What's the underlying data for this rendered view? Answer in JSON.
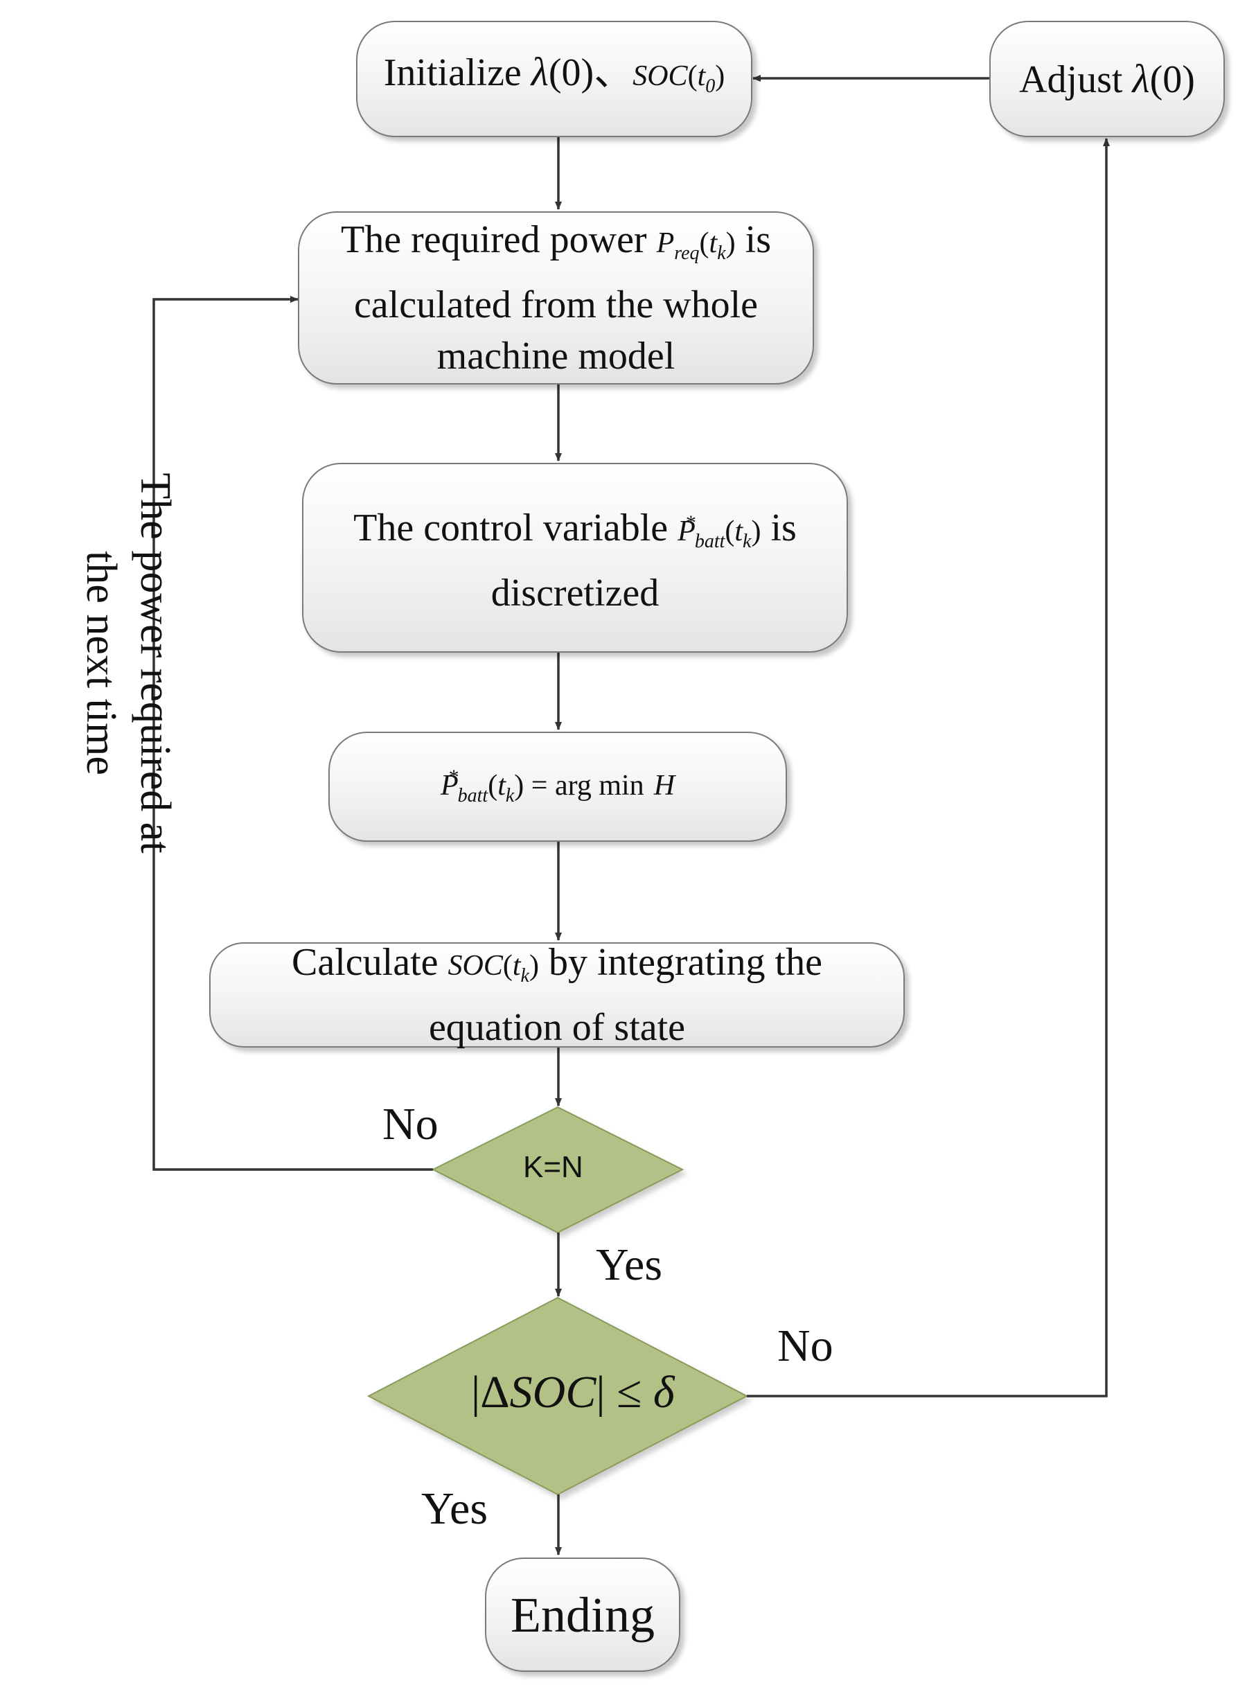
{
  "nodes": {
    "initialize": {
      "text": "Initialize",
      "lambda": "λ",
      "zero_paren": "(0)",
      "separator": "、",
      "soc": "SOC",
      "paren_open": "(",
      "t": "t",
      "t_sub": "0",
      "paren_close": ")"
    },
    "adjust": {
      "text": "Adjust",
      "lambda": "λ",
      "zero_paren": "(0)"
    },
    "required_power": {
      "line1_a": "The required power",
      "p": "P",
      "p_sub": "req",
      "paren_open": "(",
      "t": "t",
      "t_sub": "k",
      "paren_close": ")",
      "line1_b": "is",
      "line2": "calculated from the whole",
      "line3": "machine model"
    },
    "control_variable": {
      "line1_a": "The control variable",
      "p": "P",
      "sup": "*",
      "p_sub": "batt",
      "paren_open": "(",
      "t": "t",
      "t_sub": "k",
      "paren_close": ")",
      "line1_b": "is",
      "line2": "discretized"
    },
    "argmin": {
      "p": "P",
      "sup": "*",
      "p_sub": "batt",
      "paren_open": "(",
      "t": "t",
      "t_sub": "k",
      "equals_argmin": ") = arg min",
      "h": "H"
    },
    "calculate_soc": {
      "line1_a": "Calculate",
      "soc": "SOC",
      "paren_open": "(",
      "t": "t",
      "t_sub": "k",
      "paren_close": ")",
      "line1_b": "by integrating the",
      "line2": "equation of state"
    },
    "decision_kn": {
      "text": "K=N"
    },
    "decision_soc": {
      "bar_open": "|",
      "delta": "Δ",
      "soc": "SOC",
      "bar_close": "|",
      "leq": "≤",
      "delta_small": "δ"
    },
    "ending": {
      "text": "Ending"
    }
  },
  "labels": {
    "no_kn": "No",
    "yes_kn": "Yes",
    "no_soc": "No",
    "yes_soc": "Yes",
    "loop_label_line1": "The power required at",
    "loop_label_line2": "the next time"
  },
  "colors": {
    "diamond_fill": "#b3c186",
    "box_border": "#7a7a7a",
    "arrow": "#333333"
  }
}
